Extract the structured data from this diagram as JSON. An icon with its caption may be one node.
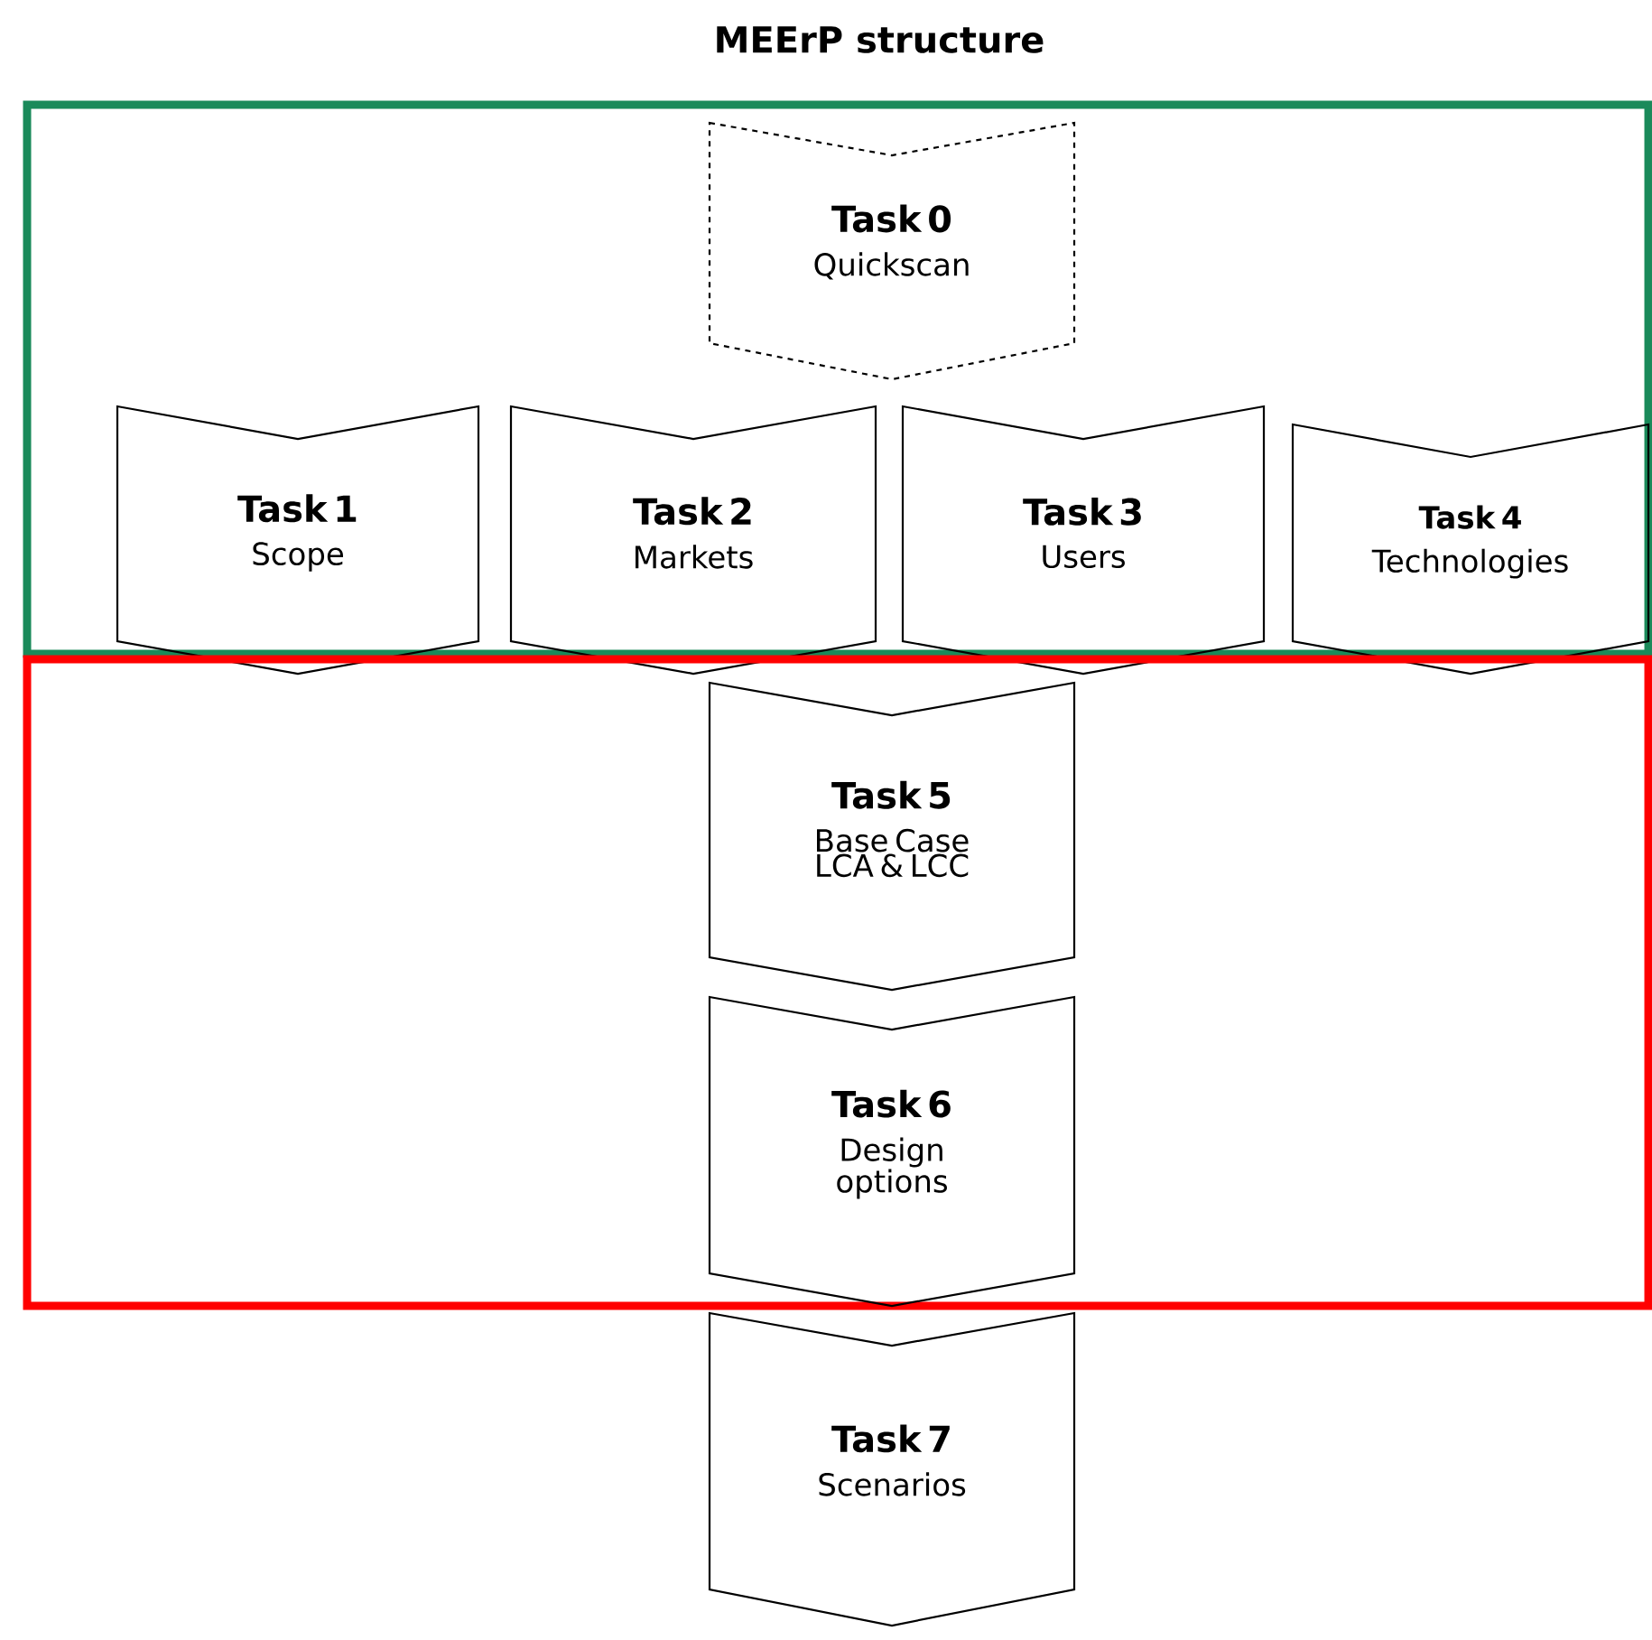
{
  "diagram": {
    "title": "MEErP structure",
    "nodes": [
      {
        "text": [],
        "shape": "box"
      },
      {
        "text": [
          "Task 0",
          "Quickscan"
        ],
        "in": 0
      },
      {
        "text": [
          "Task 1",
          "Scope"
        ]
      },
      {
        "text": [
          "Task 2",
          "Markets"
        ]
      },
      {
        "text": [
          "Task 3",
          "Users"
        ]
      },
      {
        "text": [
          "Task 4",
          "Technologies"
        ]
      },
      {
        "text": [],
        "shape": "box"
      },
      {
        "text": [
          "Task 5",
          "Base Case LCA & LCC"
        ],
        "in": 6
      },
      {
        "text": [
          "Task 6",
          "Design options"
        ],
        "in": 6
      },
      {
        "text": [
          "Task 7",
          "Scenarios"
        ]
      }
    ],
    "edges": []
  }
}
